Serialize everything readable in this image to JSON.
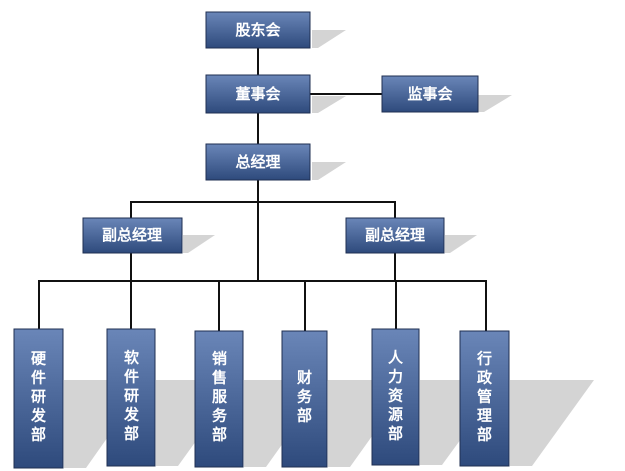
{
  "org_chart": {
    "top": {
      "shareholders": "股东会",
      "board": "董事会",
      "supervisors": "监事会",
      "general_manager": "总经理"
    },
    "deputies": {
      "left": "副总经理",
      "right": "副总经理"
    },
    "departments": {
      "hardware": "硬件研发部",
      "software": "软件研发部",
      "sales": "销售服务部",
      "finance": "财务部",
      "hr": "人力资源部",
      "admin": "行政管理部"
    },
    "colors": {
      "box_top": "#6a86b8",
      "box_bottom": "#2e4a7c",
      "box_border": "#1f2f52",
      "connector": "#111111",
      "shadow": "#d4d4d4",
      "text": "#ffffff"
    }
  }
}
